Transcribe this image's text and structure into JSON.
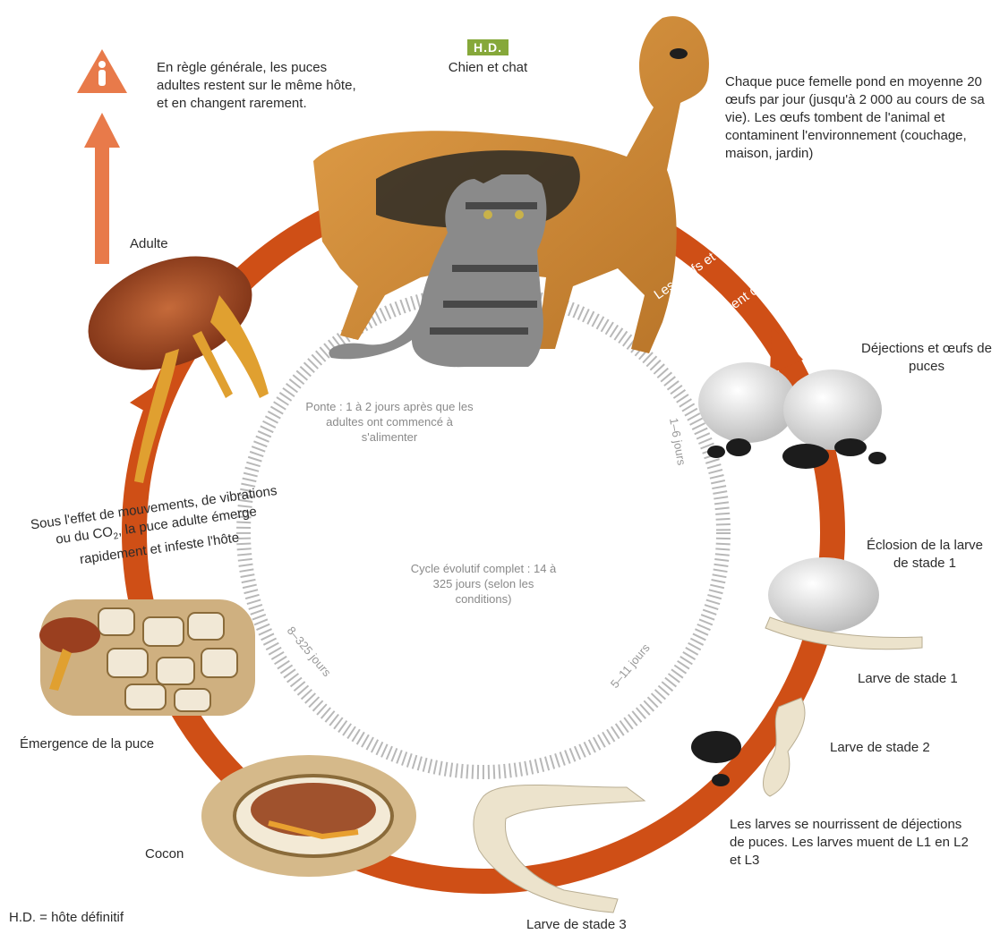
{
  "host": {
    "badge": "H.D.",
    "label": "Chien et chat"
  },
  "notes": {
    "adult_stays": "En règle générale, les puces adultes restent sur le même hôte, et en changent rarement.",
    "eggs_laid": "Chaque puce femelle pond en moyenne 20 œufs par jour (jusqu'à 2 000 au cours de sa vie). Les œufs tombent de l'animal et contaminent l'environnement (couchage, maison, jardin)",
    "emergence_pre": "Sous l'effet de mouvements, de vibrations ou du CO",
    "emergence_sub": "2",
    "emergence_post": ", la puce adulte émerge rapidement et infeste l'hôte",
    "larvae_feed": "Les larves se nourrissent de déjections de puces. Les larves muent de L1 en L2 et L3",
    "legend": "H.D. = hôte définitif"
  },
  "arc_text": {
    "line1": "Les œufs et déjections de",
    "line2": "puces tombent de l'hôte"
  },
  "stages": {
    "adult": "Adulte",
    "eggs": "Déjections et œufs de puces",
    "hatching": "Éclosion de la larve de stade 1",
    "larva1": "Larve de stade 1",
    "larva2": "Larve de stade 2",
    "larva3": "Larve de stade 3",
    "cocoon": "Cocon",
    "emergence": "Émergence de la puce"
  },
  "durations": {
    "laying": "Ponte : 1 à 2 jours après que les adultes ont commencé à s'alimenter",
    "eggs_days": "1–6 jours",
    "larva_days": "5–11 jours",
    "pupa_days": "8–325 jours",
    "cycle": "Cycle évolutif complet : 14 à 325 jours (selon les conditions)"
  },
  "colors": {
    "ring": "#cf4f16",
    "warning": "#e87a4a",
    "badge": "#86a83a",
    "dash": "#b8b8b8"
  },
  "icons": [
    "person-warning-icon",
    "up-arrow-icon"
  ]
}
